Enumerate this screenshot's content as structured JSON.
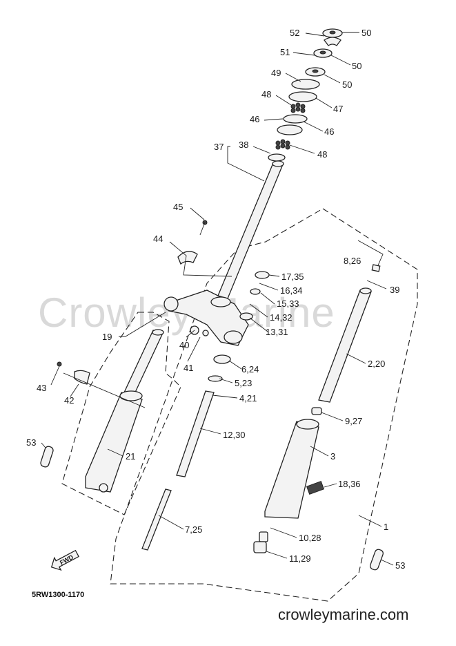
{
  "watermark": "Crowley Marine",
  "catalog_number": "5RW1300-1170",
  "website": "crowleymarine.com",
  "fwd_badge": "FWD",
  "callouts": [
    {
      "id": "c52",
      "text": "52"
    },
    {
      "id": "c50a",
      "text": "50"
    },
    {
      "id": "c51",
      "text": "51"
    },
    {
      "id": "c50b",
      "text": "50"
    },
    {
      "id": "c49",
      "text": "49"
    },
    {
      "id": "c50c",
      "text": "50"
    },
    {
      "id": "c48a",
      "text": "48"
    },
    {
      "id": "c47",
      "text": "47"
    },
    {
      "id": "c46a",
      "text": "46"
    },
    {
      "id": "c46b",
      "text": "46"
    },
    {
      "id": "c37",
      "text": "37"
    },
    {
      "id": "c38",
      "text": "38"
    },
    {
      "id": "c48b",
      "text": "48"
    },
    {
      "id": "c45",
      "text": "45"
    },
    {
      "id": "c44",
      "text": "44"
    },
    {
      "id": "c17_35",
      "text": "17,35"
    },
    {
      "id": "c16_34",
      "text": "16,34"
    },
    {
      "id": "c15_33",
      "text": "15,33"
    },
    {
      "id": "c14_32",
      "text": "14,32"
    },
    {
      "id": "c13_31",
      "text": "13,31"
    },
    {
      "id": "c8_26",
      "text": "8,26"
    },
    {
      "id": "c39",
      "text": "39"
    },
    {
      "id": "c19",
      "text": "19"
    },
    {
      "id": "c40",
      "text": "40"
    },
    {
      "id": "c41",
      "text": "41"
    },
    {
      "id": "c6_24",
      "text": "6,24"
    },
    {
      "id": "c5_23",
      "text": "5,23"
    },
    {
      "id": "c4_21",
      "text": "4,21"
    },
    {
      "id": "c2_20",
      "text": "2,20"
    },
    {
      "id": "c43",
      "text": "43"
    },
    {
      "id": "c42",
      "text": "42"
    },
    {
      "id": "c9_27",
      "text": "9,27"
    },
    {
      "id": "c12_30",
      "text": "12,30"
    },
    {
      "id": "c53a",
      "text": "53"
    },
    {
      "id": "c3",
      "text": "3"
    },
    {
      "id": "c21",
      "text": "21"
    },
    {
      "id": "c18_36",
      "text": "18,36"
    },
    {
      "id": "c1",
      "text": "1"
    },
    {
      "id": "c7_25",
      "text": "7,25"
    },
    {
      "id": "c10_28",
      "text": "10,28"
    },
    {
      "id": "c11_29",
      "text": "11,29"
    },
    {
      "id": "c53b",
      "text": "53"
    }
  ]
}
